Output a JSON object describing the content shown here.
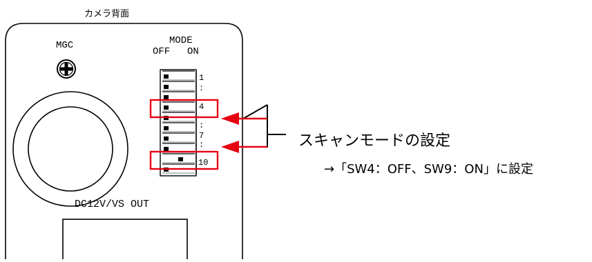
{
  "diagram": {
    "panel_title": "カメラ背面",
    "mgc_label": "MGC",
    "mode_label": "MODE",
    "switch_off_label": "OFF",
    "switch_on_label": "ON",
    "switch_numbers": [
      "1",
      ":",
      "4",
      ":",
      "7",
      ":",
      "10"
    ],
    "connector_label": "DC12V/VS OUT",
    "annotation_title": "スキャンモードの設定",
    "annotation_detail": "→「SW4：OFF、SW9：ON」に設定",
    "dip_switch_count": 10,
    "switch_states_on": [
      9
    ],
    "highlighted_switches": [
      4,
      9
    ],
    "highlight_color": "#e60012",
    "line_color": "#000000"
  }
}
